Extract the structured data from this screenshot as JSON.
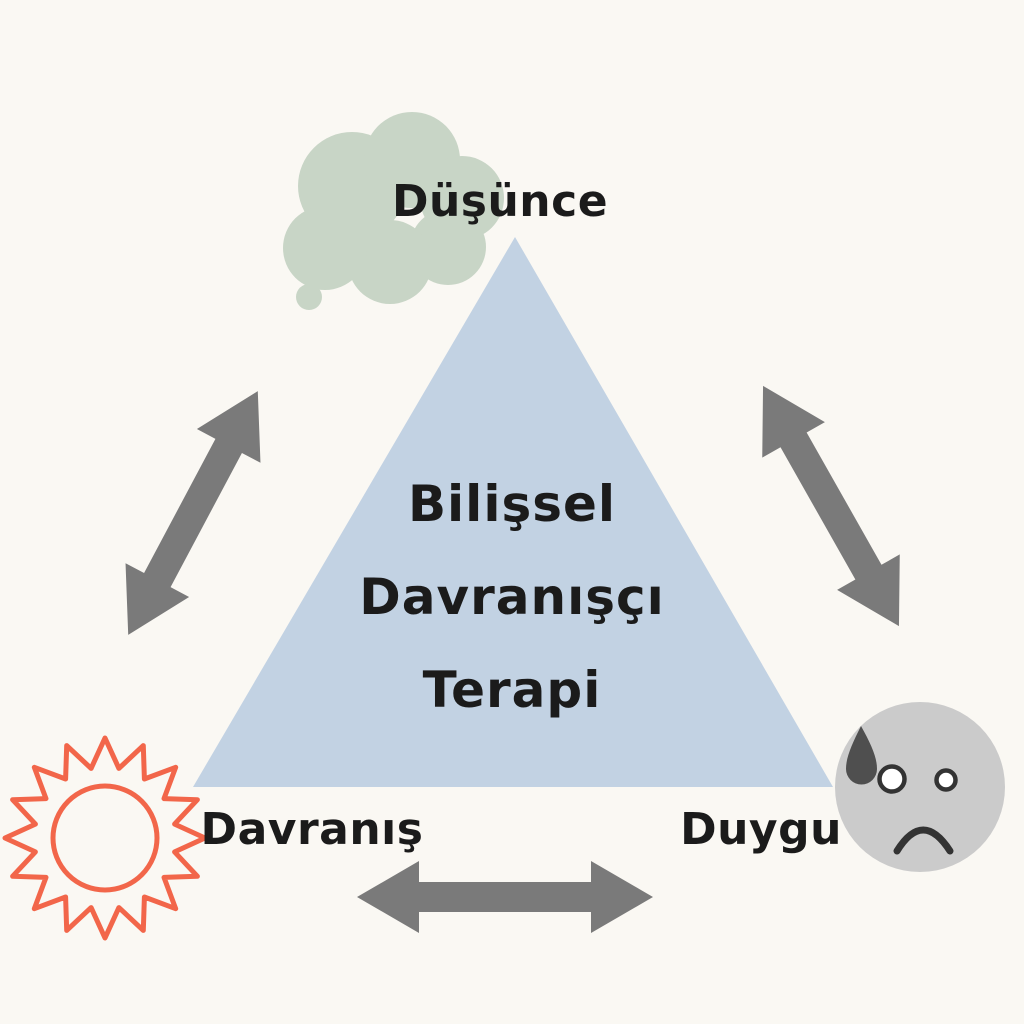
{
  "diagram": {
    "type": "triangle-relationship-diagram",
    "title": {
      "lines": [
        "Bilişsel",
        "Davranışçı",
        "Terapi"
      ]
    },
    "vertices": {
      "top": {
        "label": "Düşünce",
        "icon": "thought-bubble-icon"
      },
      "bottom_left": {
        "label": "Davranış",
        "icon": "gear-icon"
      },
      "bottom_right": {
        "label": "Duygu",
        "icon": "sad-face-icon"
      }
    },
    "connections": [
      {
        "from": "Düşünce",
        "to": "Davranış",
        "style": "double-headed-arrow"
      },
      {
        "from": "Düşünce",
        "to": "Duygu",
        "style": "double-headed-arrow"
      },
      {
        "from": "Davranış",
        "to": "Duygu",
        "style": "double-headed-arrow"
      }
    ]
  },
  "colors": {
    "background": "#FAF8F3",
    "triangle": "#C2D2E3",
    "cloud": "#C8D5C6",
    "arrow": "#7A7A7A",
    "gear": "#F2664A",
    "face": "#CBCBCB",
    "face-features": "#333333",
    "tear": "#4F4F4F",
    "text": "#1B1B1B"
  }
}
